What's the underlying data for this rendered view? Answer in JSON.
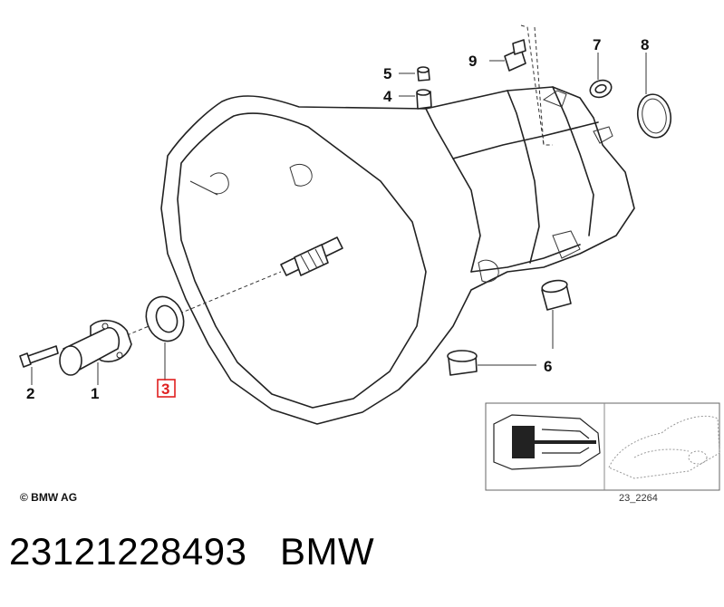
{
  "diagram": {
    "callouts": [
      {
        "id": "1",
        "label": "1"
      },
      {
        "id": "2",
        "label": "2"
      },
      {
        "id": "3",
        "label": "3",
        "highlighted": true
      },
      {
        "id": "4",
        "label": "4"
      },
      {
        "id": "5",
        "label": "5"
      },
      {
        "id": "6",
        "label": "6"
      },
      {
        "id": "7",
        "label": "7"
      },
      {
        "id": "8",
        "label": "8"
      },
      {
        "id": "9",
        "label": "9"
      }
    ],
    "highlight_color": "#e02020",
    "copyright": "© BMW AG",
    "reference_code": "23_2264"
  },
  "caption": {
    "part_number": "23121228493",
    "brand": "BMW"
  }
}
